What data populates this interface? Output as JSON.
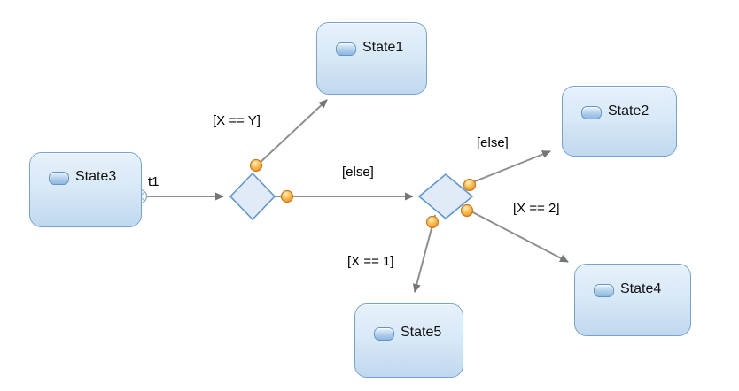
{
  "diagram": {
    "states": {
      "state1": {
        "label": "State1"
      },
      "state2": {
        "label": "State2"
      },
      "state3": {
        "label": "State3"
      },
      "state4": {
        "label": "State4"
      },
      "state5": {
        "label": "State5"
      }
    },
    "transitions": {
      "t1": {
        "label": "t1"
      },
      "d1_to_state1": {
        "label": "[X == Y]"
      },
      "d1_to_d2": {
        "label": "[else]"
      },
      "d2_to_state2": {
        "label": "[else]"
      },
      "d2_to_state4": {
        "label": "[X == 2]"
      },
      "d2_to_state5": {
        "label": "[X == 1]"
      }
    },
    "colors": {
      "state_fill_top": "#e6f1fb",
      "state_fill_bottom": "#c0d8ee",
      "state_border": "#74a3d5",
      "decision_fill": "#e0ebf7",
      "decision_border": "#5f97d2",
      "connector_line": "#8f8f8f",
      "arrowhead": "#757575",
      "badge_orange": "#ef8f1c",
      "label_text": "#000000"
    }
  }
}
